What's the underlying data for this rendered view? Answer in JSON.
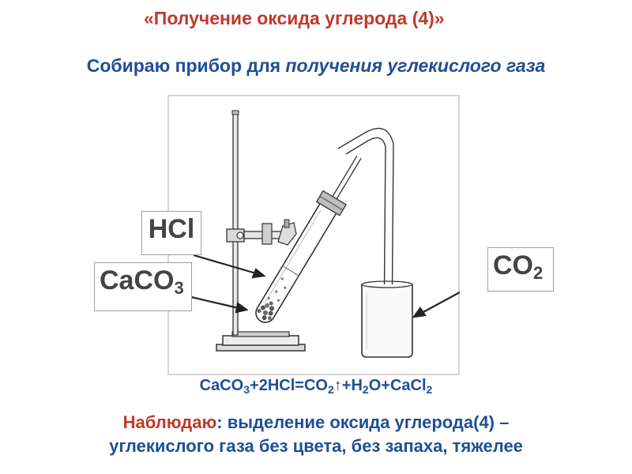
{
  "title": "«Получение  оксида углерода (4)»",
  "subtitle": {
    "lead": "Собираю прибор для ",
    "italic": "получения углекислого газа"
  },
  "labels": {
    "hcl": "HCl",
    "caco3_main": "CaCO",
    "caco3_sub": "3",
    "co2_main": "CO",
    "co2_sub": "2"
  },
  "equation": {
    "p1": "CaCO",
    "s1": "3",
    "p2": "+2HCl=CO",
    "s2": "2",
    "p3": "↑+H",
    "s3": "2",
    "p4": "O+CaCl",
    "s4": "2"
  },
  "observation": {
    "lead": "Наблюдаю",
    "colon": ": ",
    "line1": "выделение  оксида углерода(4) –",
    "line2": "углекислого газа без цвета, без запаха, тяжелее"
  },
  "colors": {
    "title_red": "#c0392b",
    "text_blue": "#1f4e96"
  }
}
